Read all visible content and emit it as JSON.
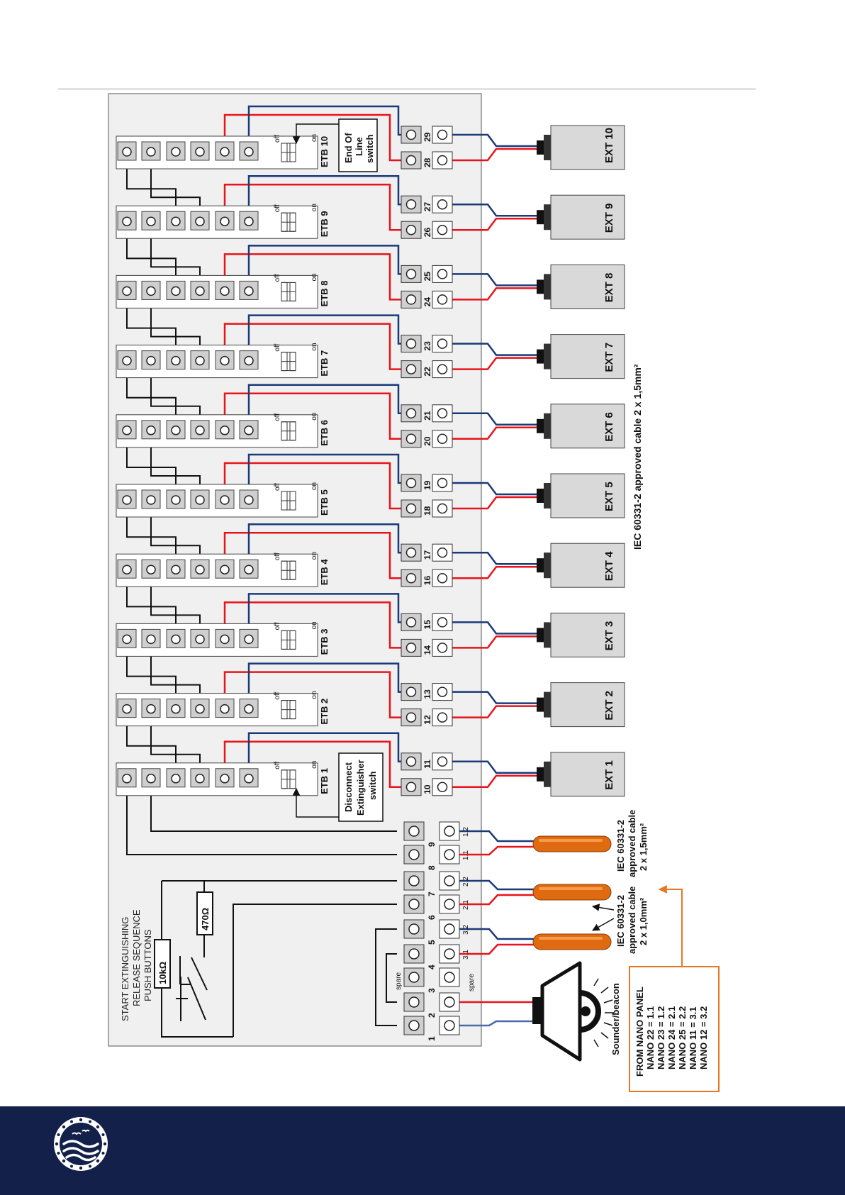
{
  "colors": {
    "red_wire": "#e8141b",
    "blue_wire": "#1b3a78",
    "black_wire": "#111111",
    "panel_bg": "#f0f0f0",
    "terminal_bg": "#cfcfcf",
    "ext_bg": "#d9d9d9",
    "nano_box": "#e87722",
    "cable_orange": "#e06a10",
    "footer": "#13204a"
  },
  "panel": {
    "title_lines": [
      "START EXTINGUISHING",
      "RELEASE SEQUENCE",
      "PUSH BUTTONS"
    ],
    "resistor_10k": "10kΩ",
    "resistor_470": "470Ω"
  },
  "etb_modules": [
    {
      "label": "ETB 1",
      "off": "off",
      "on": "on"
    },
    {
      "label": "ETB 2",
      "off": "off",
      "on": "on"
    },
    {
      "label": "ETB 3",
      "off": "off",
      "on": "on"
    },
    {
      "label": "ETB 4",
      "off": "off",
      "on": "on"
    },
    {
      "label": "ETB 5",
      "off": "off",
      "on": "on"
    },
    {
      "label": "ETB 6",
      "off": "off",
      "on": "on"
    },
    {
      "label": "ETB 7",
      "off": "off",
      "on": "on"
    },
    {
      "label": "ETB 8",
      "off": "off",
      "on": "on"
    },
    {
      "label": "ETB 9",
      "off": "off",
      "on": "on"
    },
    {
      "label": "ETB 10",
      "off": "off",
      "on": "on"
    }
  ],
  "callouts": {
    "end_of_line": [
      "End Of",
      "Line",
      "switch"
    ],
    "disconnect": [
      "Disconnect",
      "Extinguisher",
      "switch"
    ]
  },
  "terminal_pairs": [
    {
      "a": "10",
      "b": "11"
    },
    {
      "a": "12",
      "b": "13"
    },
    {
      "a": "14",
      "b": "15"
    },
    {
      "a": "16",
      "b": "17"
    },
    {
      "a": "18",
      "b": "19"
    },
    {
      "a": "20",
      "b": "21"
    },
    {
      "a": "22",
      "b": "23"
    },
    {
      "a": "24",
      "b": "25"
    },
    {
      "a": "26",
      "b": "27"
    },
    {
      "a": "28",
      "b": "29"
    }
  ],
  "lower_terminals": [
    {
      "num": "1",
      "side": ""
    },
    {
      "num": "2",
      "side": ""
    },
    {
      "num": "3",
      "side": ""
    },
    {
      "num": "4",
      "side": "3.1"
    },
    {
      "num": "5",
      "side": "3.2"
    },
    {
      "num": "6",
      "side": "2.1"
    },
    {
      "num": "7",
      "side": "2.2"
    },
    {
      "num": "8",
      "side": "1.1"
    },
    {
      "num": "9",
      "side": "1.2"
    }
  ],
  "spare_labels": [
    "spare",
    "spare"
  ],
  "extinguishers": [
    "EXT 1",
    "EXT 2",
    "EXT 3",
    "EXT 4",
    "EXT 5",
    "EXT 6",
    "EXT 7",
    "EXT 8",
    "EXT 9",
    "EXT 10"
  ],
  "cable_notes": {
    "ext_cable": "IEC 60331-2 approved cable 2 x 1,5mm²",
    "cable_15_lines": [
      "IEC 60331-2",
      "approved cable",
      "2 x 1,5mm²"
    ],
    "cable_10_lines": [
      "IEC 60331-2",
      "approved cable",
      "2 x 1,0mm²"
    ]
  },
  "sounder_label": "Sounder/beacon",
  "nano_panel": {
    "title": "FROM NANO PANEL",
    "lines": [
      "NANO 22 = 1.1",
      "NANO 23 = 1.2",
      "NANO 24 = 2.1",
      "NANO 25 = 2.2",
      "NANO 11 = 3.1",
      "NANO 12 = 3.2"
    ]
  },
  "footer": {
    "logo_icon": "porthole-waves-birds-icon"
  }
}
